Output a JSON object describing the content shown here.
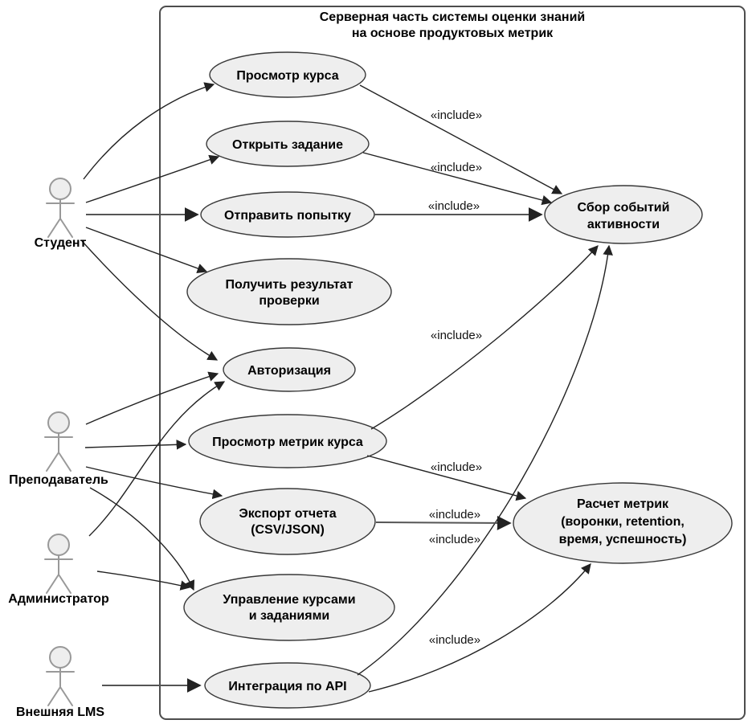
{
  "diagram": {
    "type": "uml-use-case",
    "title": {
      "line1": "Серверная часть системы оценки знаний",
      "line2": "на основе продуктовых метрик"
    },
    "include_stereotype": "«include»",
    "actors": {
      "student": "Студент",
      "teacher": "Преподаватель",
      "admin": "Администратор",
      "external_lms": "Внешняя LMS"
    },
    "use_cases": {
      "view_course": {
        "l1": "Просмотр курса"
      },
      "open_task": {
        "l1": "Открыть задание"
      },
      "submit_attempt": {
        "l1": "Отправить попытку"
      },
      "get_result": {
        "l1": "Получить результат",
        "l2": "проверки"
      },
      "authorization": {
        "l1": "Авторизация"
      },
      "view_course_metrics": {
        "l1": "Просмотр метрик курса"
      },
      "export_report": {
        "l1": "Экспорт отчета",
        "l2": "(CSV/JSON)"
      },
      "manage_courses": {
        "l1": "Управление курсами",
        "l2": "и заданиями"
      },
      "api_integration": {
        "l1": "Интеграция по API"
      },
      "collect_events": {
        "l1": "Сбор событий",
        "l2": "активности"
      },
      "calc_metrics": {
        "l1": "Расчет метрик",
        "l2": "(воронки, retention,",
        "l3": "время, успешность)"
      }
    },
    "edges": {
      "actor_links": [
        {
          "from": "student",
          "to": "view_course"
        },
        {
          "from": "student",
          "to": "open_task"
        },
        {
          "from": "student",
          "to": "submit_attempt"
        },
        {
          "from": "student",
          "to": "get_result"
        },
        {
          "from": "student",
          "to": "authorization"
        },
        {
          "from": "teacher",
          "to": "authorization"
        },
        {
          "from": "teacher",
          "to": "view_course_metrics"
        },
        {
          "from": "teacher",
          "to": "export_report"
        },
        {
          "from": "teacher",
          "to": "manage_courses"
        },
        {
          "from": "admin",
          "to": "authorization"
        },
        {
          "from": "admin",
          "to": "manage_courses"
        },
        {
          "from": "external_lms",
          "to": "api_integration"
        }
      ],
      "includes": [
        {
          "from": "view_course",
          "to": "collect_events"
        },
        {
          "from": "open_task",
          "to": "collect_events"
        },
        {
          "from": "submit_attempt",
          "to": "collect_events"
        },
        {
          "from": "view_course_metrics",
          "to": "collect_events"
        },
        {
          "from": "api_integration",
          "to": "collect_events"
        },
        {
          "from": "view_course_metrics",
          "to": "calc_metrics"
        },
        {
          "from": "export_report",
          "to": "calc_metrics"
        },
        {
          "from": "api_integration",
          "to": "calc_metrics"
        }
      ]
    },
    "colors": {
      "ellipse_fill": "#eeeeee",
      "ellipse_stroke": "#383838",
      "edge_color": "#222222",
      "actor_color": "#999999",
      "frame_stroke": "#4d4d4d",
      "background": "#ffffff"
    }
  }
}
